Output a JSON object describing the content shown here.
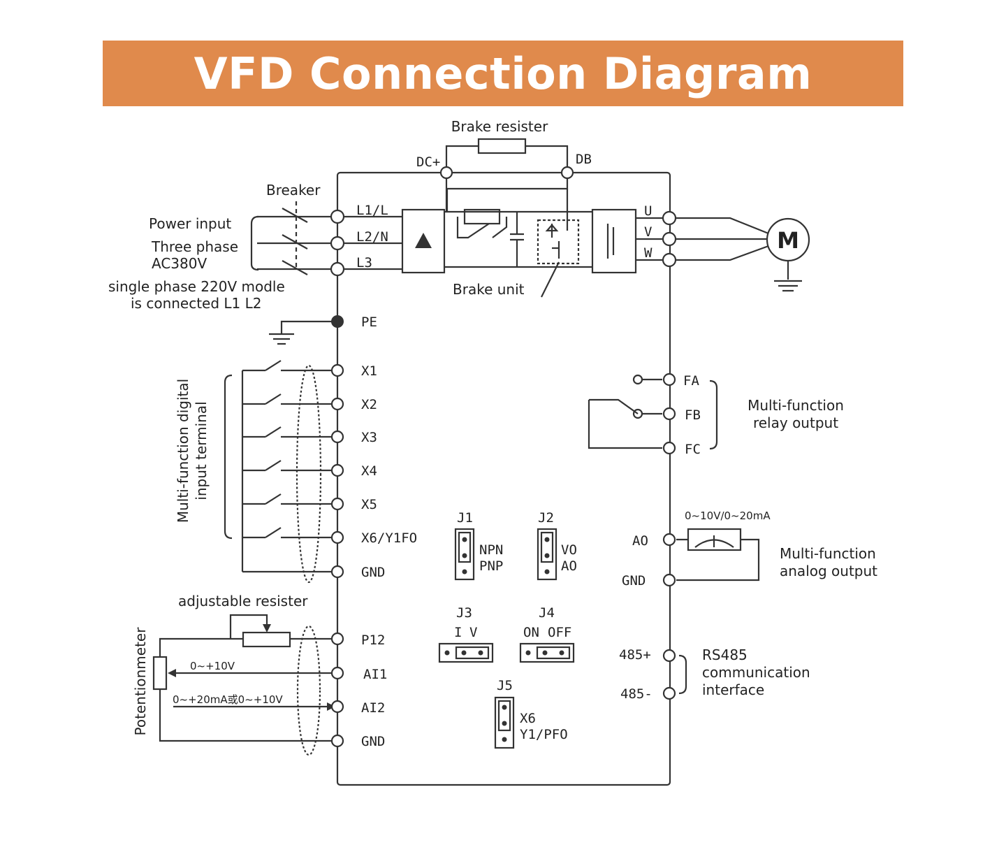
{
  "title": "VFD Connection Diagram",
  "labels": {
    "brake_resister": "Brake resister",
    "dc_plus": "DC+",
    "db": "DB",
    "breaker": "Breaker",
    "power_input": "Power input",
    "three_phase": "Three phase",
    "ac380v": "AC380V",
    "single_phase_1": "single phase 220V modle",
    "single_phase_2": "is connected L1 L2",
    "brake_unit": "Brake unit",
    "motor": "M",
    "u": "U",
    "v": "V",
    "w": "W",
    "multi_digital_1": "Multi-function digital",
    "multi_digital_2": "input terminal",
    "relay_1": "Multi-function",
    "relay_2": "relay output",
    "analog_range": "0~10V/0~20mA",
    "analog_1": "Multi-function",
    "analog_2": "analog output",
    "adjustable_resister": "adjustable resister",
    "potentionmeter": "Potentionmeter",
    "ai1_range": "0~+10V",
    "ai2_range": "0~+20mA或0~+10V",
    "rs485_1": "RS485",
    "rs485_2": "communication",
    "rs485_3": "interface"
  },
  "left_terminals": {
    "l1": "L1/L",
    "l2": "L2/N",
    "l3": "L3",
    "pe": "PE",
    "x1": "X1",
    "x2": "X2",
    "x3": "X3",
    "x4": "X4",
    "x5": "X5",
    "x6": "X6/Y1FO",
    "gnd1": "GND",
    "p12": "P12",
    "ai1": "AI1",
    "ai2": "AI2",
    "gnd2": "GND"
  },
  "right_terminals": {
    "fa": "FA",
    "fb": "FB",
    "fc": "FC",
    "ao": "AO",
    "gnd": "GND",
    "r485p": "485+",
    "r485n": "485-"
  },
  "jumpers": {
    "j1": {
      "name": "J1",
      "top": "NPN",
      "bottom": "PNP"
    },
    "j2": {
      "name": "J2",
      "top": "VO",
      "bottom": "AO"
    },
    "j3": {
      "name": "J3",
      "left": "I",
      "right": "V"
    },
    "j4": {
      "name": "J4",
      "left": "ON",
      "right": "OFF"
    },
    "j5": {
      "name": "J5",
      "top": "X6",
      "bottom": "Y1/PFO"
    }
  },
  "colors": {
    "banner": "#e08a4c",
    "line": "#333333"
  }
}
